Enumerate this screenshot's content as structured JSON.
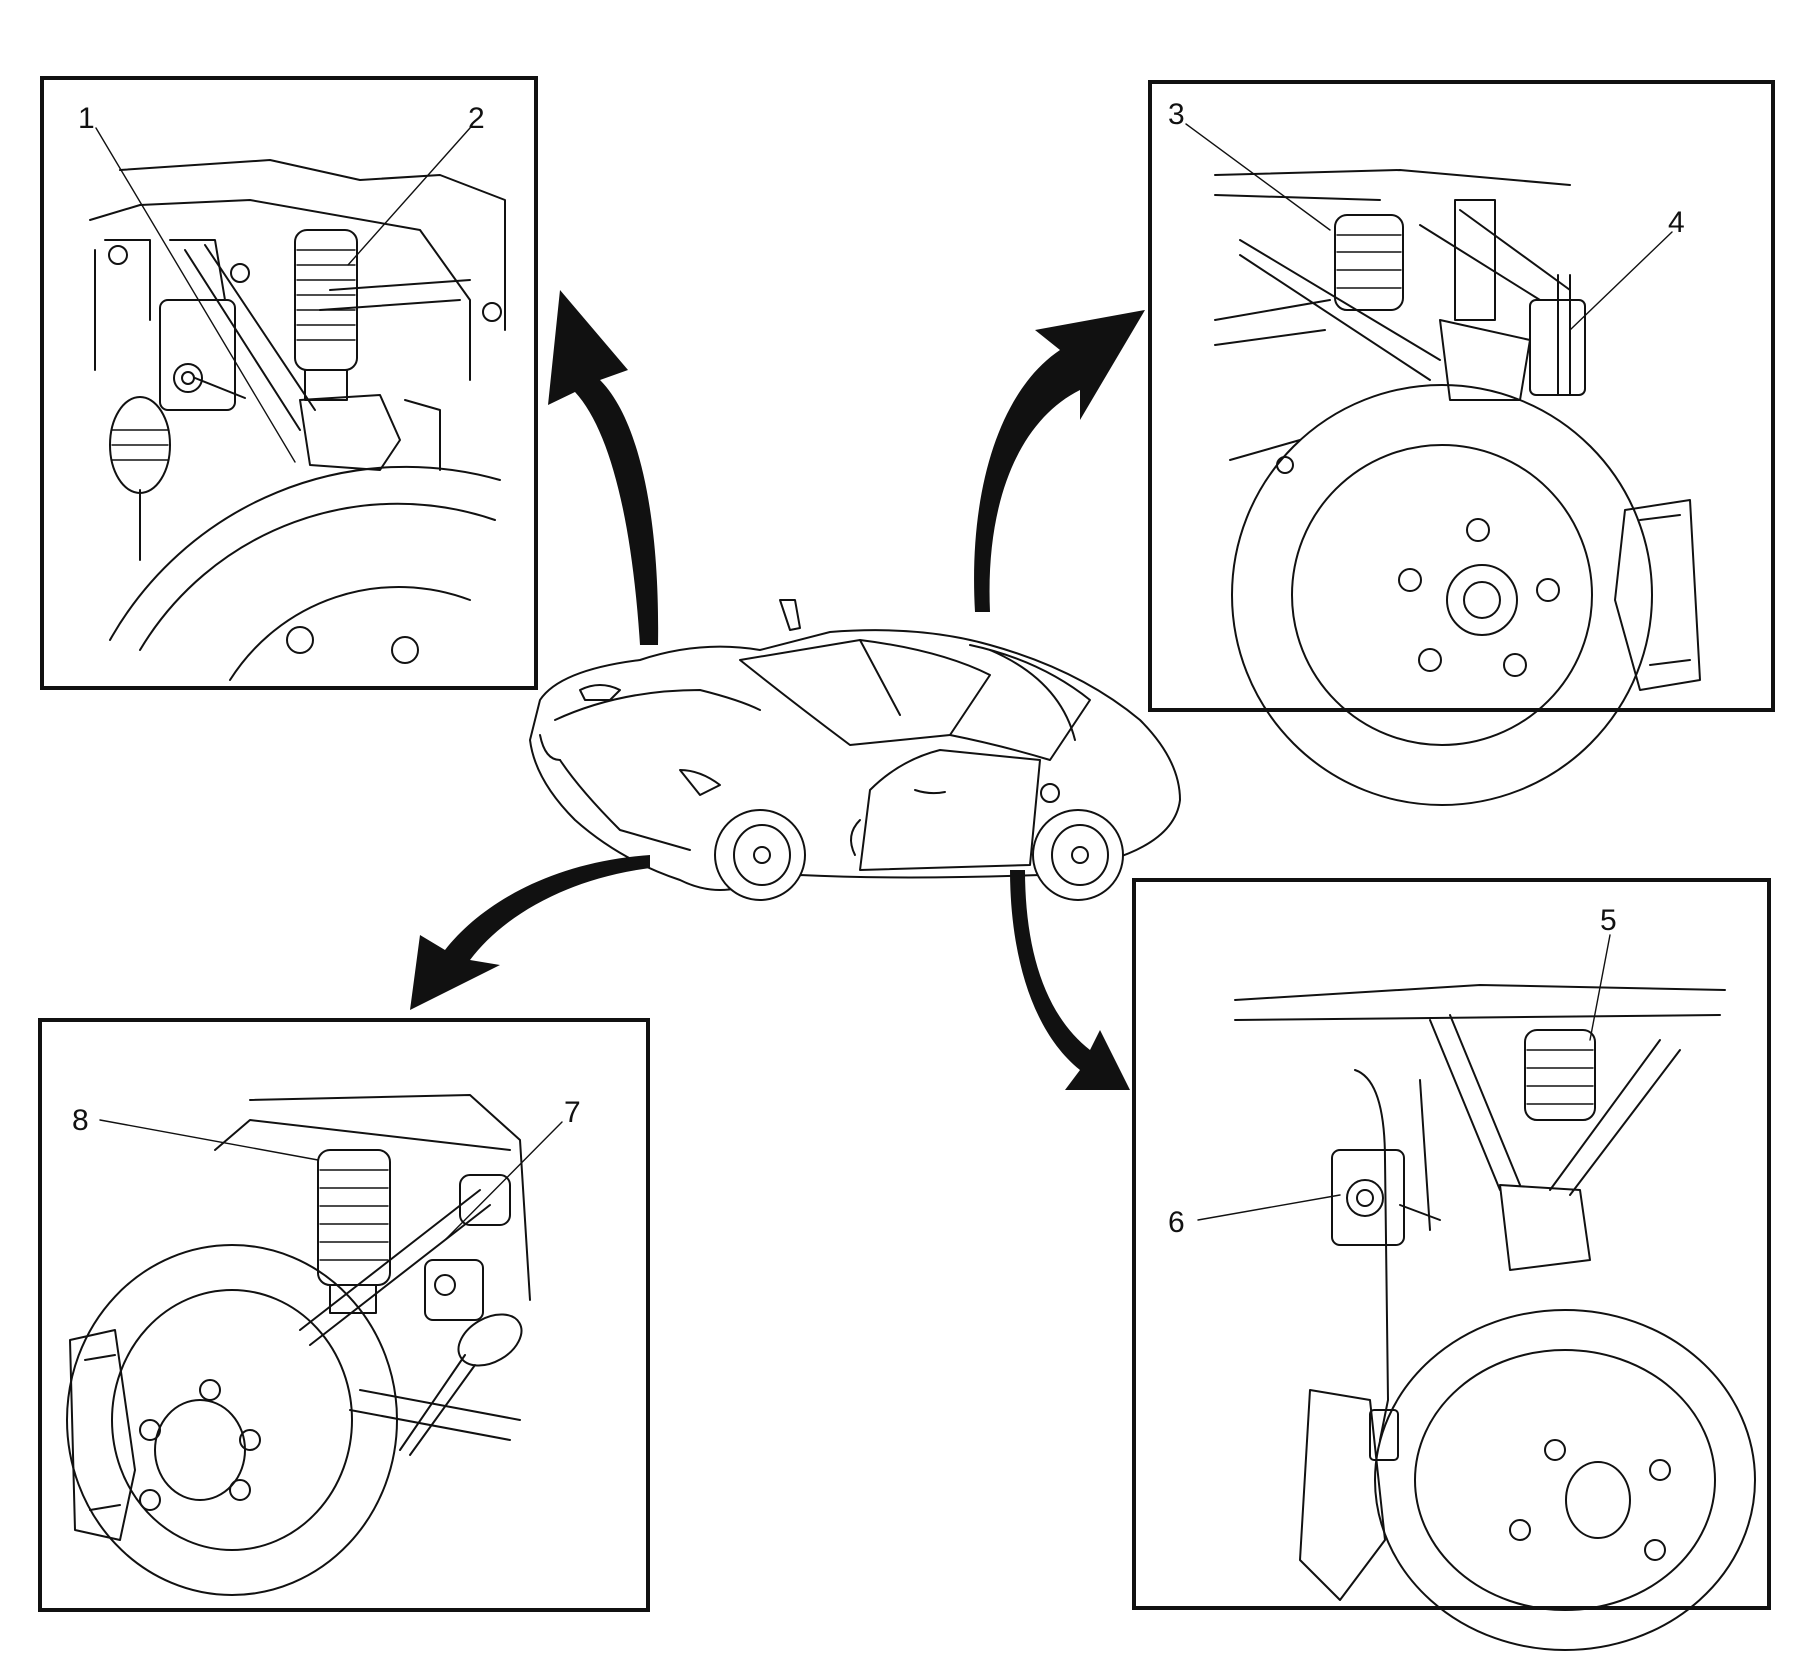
{
  "callouts": {
    "c1": "1",
    "c2": "2",
    "c3": "3",
    "c4": "4",
    "c5": "5",
    "c6": "6",
    "c7": "7",
    "c8": "8"
  },
  "views": [
    {
      "id": "left-front",
      "callouts": [
        "1",
        "2"
      ]
    },
    {
      "id": "right-front",
      "callouts": [
        "3",
        "4"
      ]
    },
    {
      "id": "right-rear",
      "callouts": [
        "5",
        "6"
      ]
    },
    {
      "id": "left-rear",
      "callouts": [
        "7",
        "8"
      ]
    }
  ],
  "icons": [
    "car-overview",
    "curved-arrow"
  ],
  "colors": {
    "line": "#111111",
    "background": "#ffffff"
  }
}
